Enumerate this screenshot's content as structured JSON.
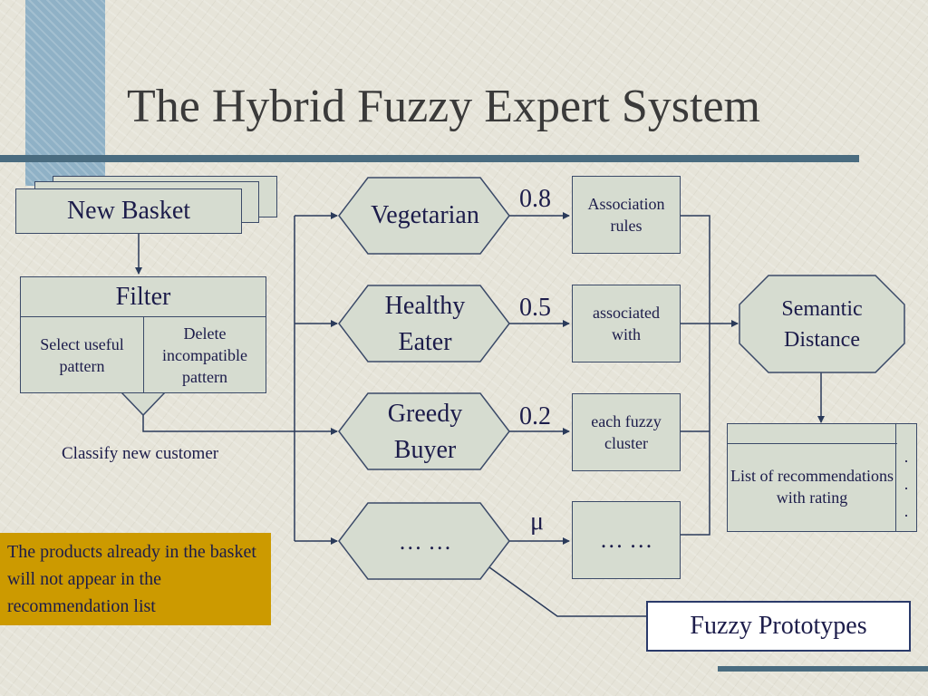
{
  "title": "The Hybrid Fuzzy Expert System",
  "new_basket": "New Basket",
  "filter": {
    "title": "Filter",
    "left": "Select useful pattern",
    "right": "Delete incompatible pattern"
  },
  "classify_label": "Classify new customer",
  "prototypes": [
    {
      "label": "Vegetarian",
      "weight": "0.8",
      "rule": "Association rules"
    },
    {
      "label": "Healthy Eater",
      "weight": "0.5",
      "rule": "associated with"
    },
    {
      "label": "Greedy Buyer",
      "weight": "0.2",
      "rule": "each fuzzy cluster"
    },
    {
      "label": "… …",
      "weight": "μ",
      "rule": "… …"
    }
  ],
  "semantic_distance": "Semantic Distance",
  "recommendations": {
    "label": "List of recommendations with rating",
    "dots": [
      "·",
      "·",
      "·"
    ]
  },
  "note": "The products already in the basket will not appear in the recommendation list",
  "fuzzy_prototypes_label": "Fuzzy Prototypes",
  "colors": {
    "box_fill": "#d6dcd0",
    "border": "#3b4a68",
    "note_fill": "#cc9a00",
    "accent_bar": "#4a6c80",
    "side_bar": "#8fb1c6"
  }
}
